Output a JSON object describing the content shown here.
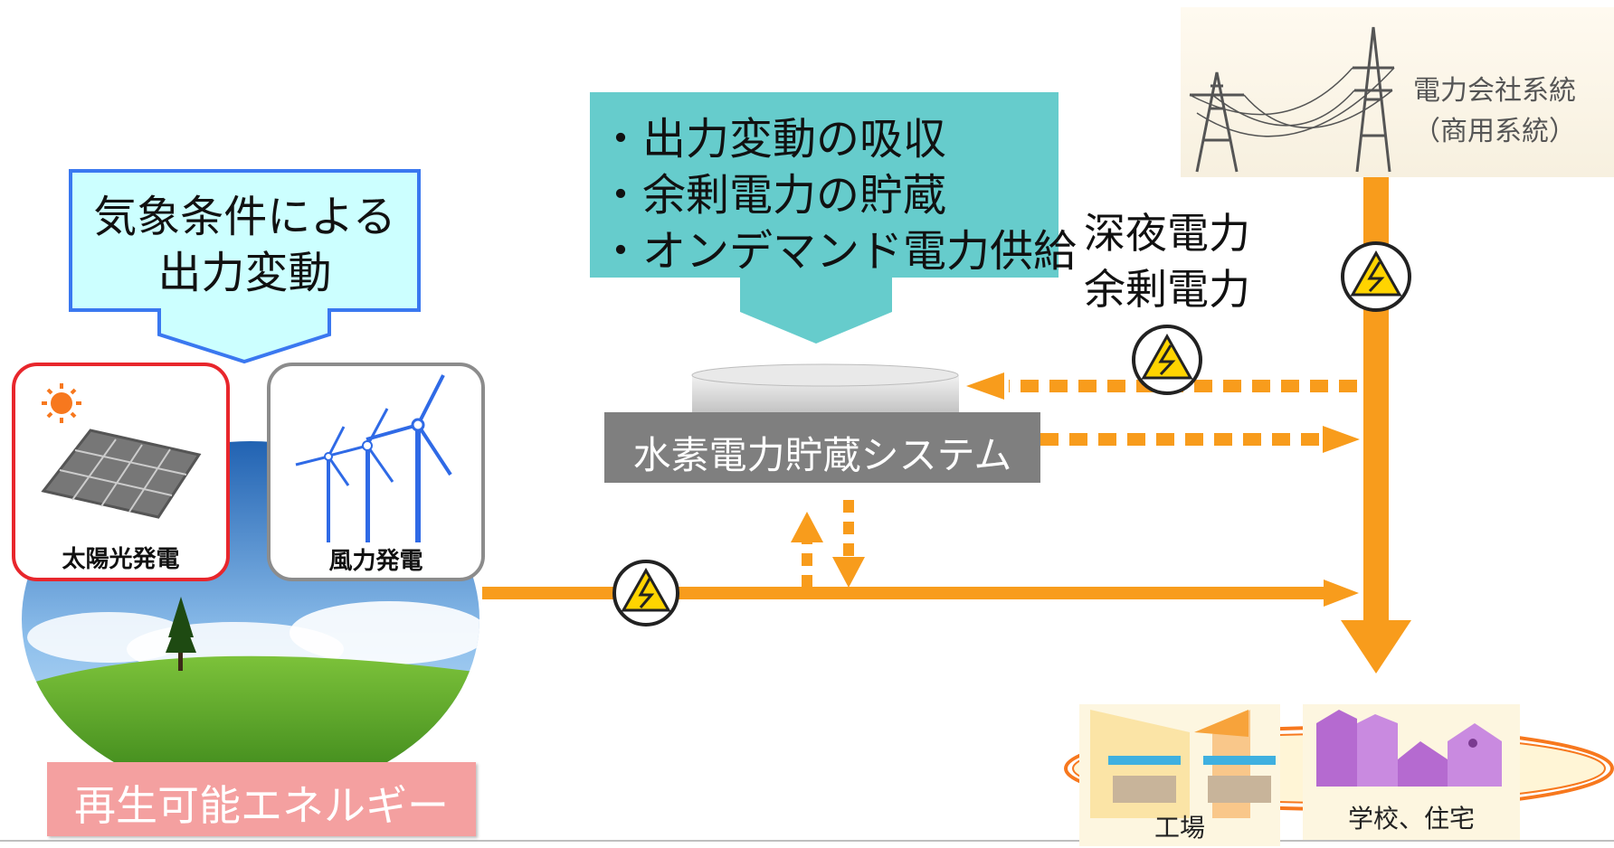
{
  "weather_box": {
    "line1": "気象条件による",
    "line2": "出力変動"
  },
  "storage_features": {
    "line1": "・出力変動の吸収",
    "line2": "・余剰電力の貯蔵",
    "line3": "・オンデマンド電力供給"
  },
  "night_power": {
    "line1": "深夜電力",
    "line2": "余剰電力"
  },
  "grid": {
    "line1": "電力会社系統",
    "line2": "（商用系統）"
  },
  "storage_system_label": "水素電力貯蔵システム",
  "solar_label": "太陽光発電",
  "wind_label": "風力発電",
  "renewable_label": "再生可能エネルギー",
  "factory_label": "工場",
  "school_label": "学校、住宅",
  "colors": {
    "flow_orange": "#f89c1c",
    "teal_box": "#66cccc",
    "light_blue_box": "#ccffff",
    "blue_border": "#3a78f0",
    "red_border": "#e8262c",
    "pink_label": "#f4a0a0",
    "storage_gray": "#7f7f7f"
  }
}
